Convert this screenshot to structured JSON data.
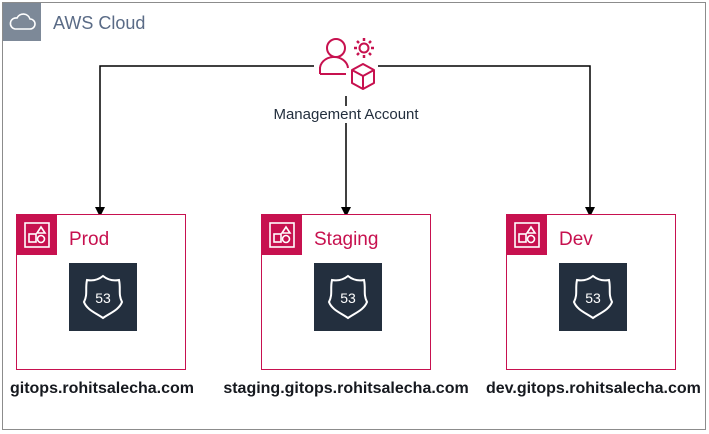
{
  "cloud": {
    "label": "AWS Cloud",
    "icon": "cloud-icon"
  },
  "management": {
    "label": "Management Account",
    "icon": "user-settings-icon"
  },
  "accounts": [
    {
      "name": "Prod",
      "domain": "gitops.rohitsalecha.com",
      "service_icon": "route53-icon"
    },
    {
      "name": "Staging",
      "domain": "staging.gitops.rohitsalecha.com",
      "service_icon": "route53-icon"
    },
    {
      "name": "Dev",
      "domain": "dev.gitops.rohitsalecha.com",
      "service_icon": "route53-icon"
    }
  ],
  "route53_badge_text": "53",
  "colors": {
    "account_accent": "#c7114f",
    "cloud_badge": "#7d8998",
    "route53_bg": "#232f3e",
    "connector": "#000000"
  }
}
